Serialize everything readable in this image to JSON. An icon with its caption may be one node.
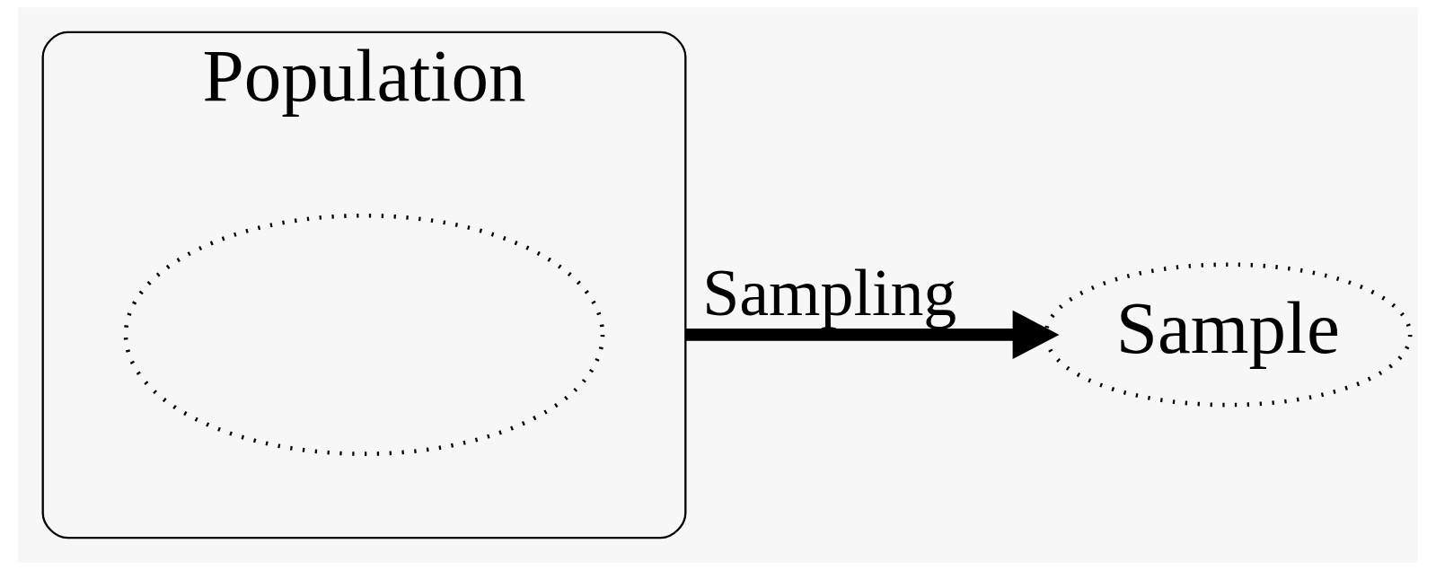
{
  "diagram": {
    "nodes": [
      {
        "text": [
          "Population"
        ]
      },
      {
        "text": [],
        "shape": "ellipse",
        "in": 0
      },
      {
        "text": [
          "Sample"
        ]
      }
    ],
    "edges": [
      {
        "from": 0,
        "to": 2,
        "arrow": "to",
        "label": "Sampling"
      }
    ]
  }
}
